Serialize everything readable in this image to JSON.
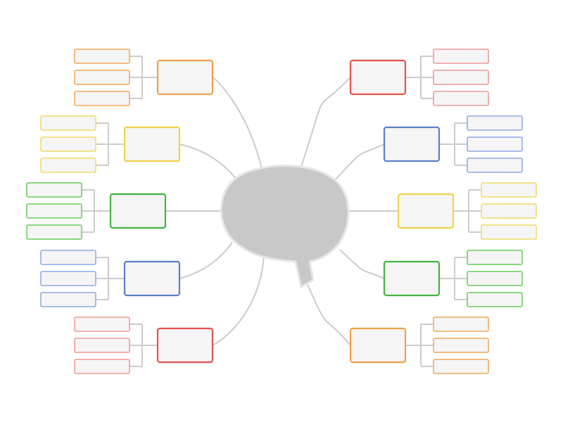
{
  "diagram": {
    "center": {
      "label": "",
      "fill": "#c8c8c8",
      "stroke": "#e6e6e6"
    },
    "connector_color": "#cccccc",
    "node_fill": "#f5f5f5",
    "branches": [
      {
        "id": "left-1",
        "side": "left",
        "color": "#f0a04a",
        "child_color": "#f2b36e",
        "label": "",
        "children": [
          "",
          "",
          ""
        ]
      },
      {
        "id": "left-2",
        "side": "left",
        "color": "#f0d24a",
        "child_color": "#f2df7a",
        "label": "",
        "children": [
          "",
          "",
          ""
        ]
      },
      {
        "id": "left-3",
        "side": "left",
        "color": "#44b340",
        "child_color": "#7ad46f",
        "label": "",
        "children": [
          "",
          "",
          ""
        ]
      },
      {
        "id": "left-4",
        "side": "left",
        "color": "#5c7ec9",
        "child_color": "#9cb4e6",
        "label": "",
        "children": [
          "",
          "",
          ""
        ]
      },
      {
        "id": "left-5",
        "side": "left",
        "color": "#e5524f",
        "child_color": "#f0a6a3",
        "label": "",
        "children": [
          "",
          "",
          ""
        ]
      },
      {
        "id": "right-1",
        "side": "right",
        "color": "#e5524f",
        "child_color": "#f0a6a3",
        "label": "",
        "children": [
          "",
          "",
          ""
        ]
      },
      {
        "id": "right-2",
        "side": "right",
        "color": "#5c7ec9",
        "child_color": "#9cb4e6",
        "label": "",
        "children": [
          "",
          "",
          ""
        ]
      },
      {
        "id": "right-3",
        "side": "right",
        "color": "#f0d24a",
        "child_color": "#f2df7a",
        "label": "",
        "children": [
          "",
          "",
          ""
        ]
      },
      {
        "id": "right-4",
        "side": "right",
        "color": "#44b340",
        "child_color": "#7ad46f",
        "label": "",
        "children": [
          "",
          "",
          ""
        ]
      },
      {
        "id": "right-5",
        "side": "right",
        "color": "#f0a04a",
        "child_color": "#f2b36e",
        "label": "",
        "children": [
          "",
          "",
          ""
        ]
      }
    ]
  }
}
